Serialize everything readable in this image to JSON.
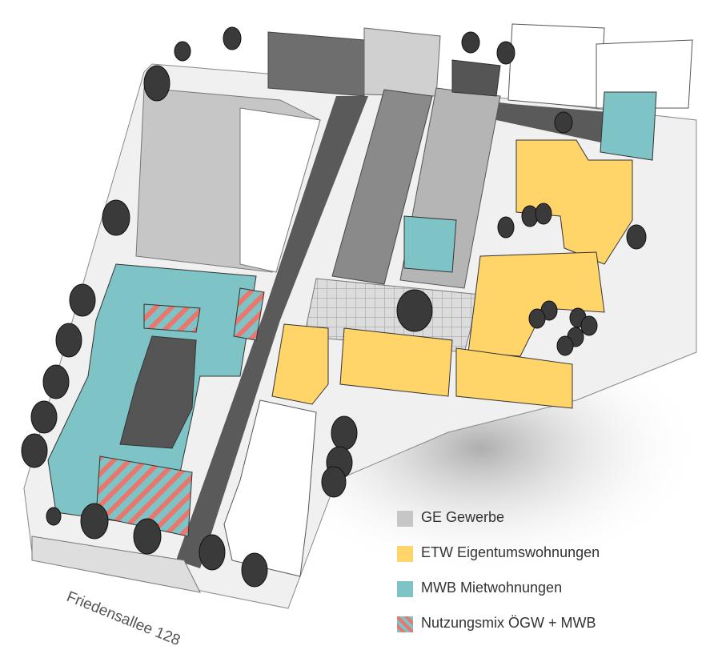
{
  "street_label": "Friedensallee 128",
  "legend": [
    {
      "code": "GE",
      "label": "GE Gewerbe",
      "color": "#c6c6c6",
      "pattern": "solid"
    },
    {
      "code": "ETW",
      "label": "ETW Eigentumswohnungen",
      "color": "#ffd56a",
      "pattern": "solid"
    },
    {
      "code": "MWB",
      "label": "MWB Mietwohnungen",
      "color": "#7ec3c6",
      "pattern": "solid"
    },
    {
      "code": "MIX",
      "label": "Nutzungsmix ÖGW + MWB",
      "color": "#e9776e",
      "pattern": "hatch"
    }
  ],
  "colors": {
    "gewerbe": "#c6c6c6",
    "etw": "#ffd56a",
    "mwb": "#7ec3c6",
    "mix_stripe": "#e9776e",
    "road": "#5a5a5a",
    "ground": "#efefef",
    "tree": "#3a3a3a"
  }
}
